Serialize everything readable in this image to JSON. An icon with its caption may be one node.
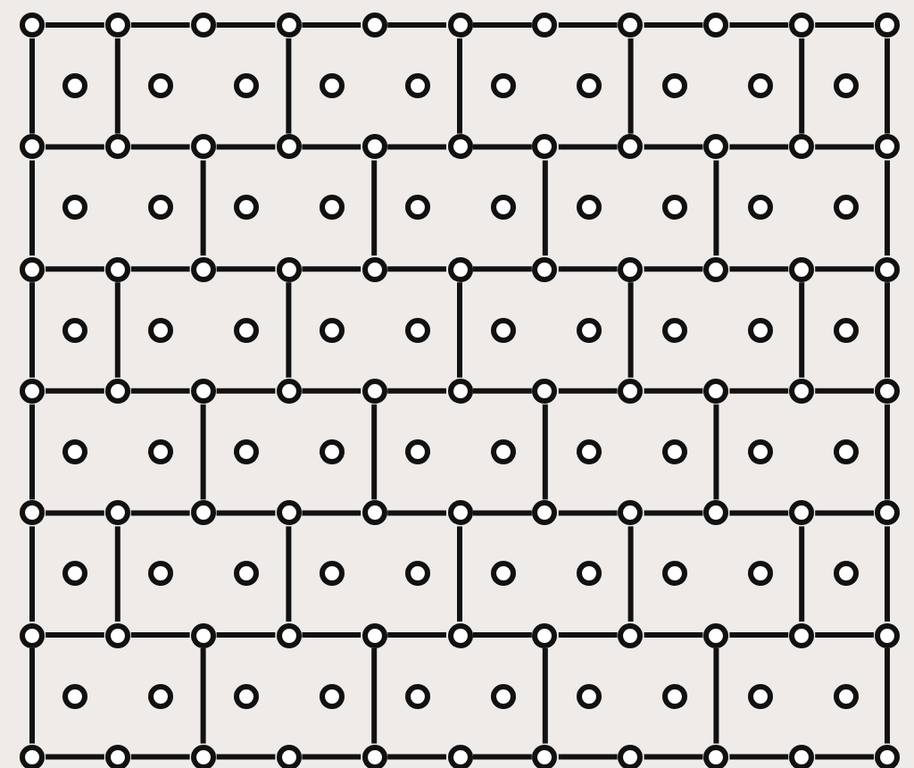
{
  "diagram": {
    "nodes": [
      {
        "text": [],
        "shape": "circle"
      },
      {
        "text": [],
        "shape": "circle"
      },
      {
        "text": [],
        "shape": "circle"
      },
      {
        "text": [],
        "shape": "circle"
      },
      {
        "text": [],
        "shape": "circle"
      },
      {
        "text": [],
        "shape": "circle"
      },
      {
        "text": [],
        "shape": "circle"
      },
      {
        "text": [],
        "shape": "circle"
      },
      {
        "text": [],
        "shape": "circle"
      },
      {
        "text": [],
        "shape": "circle"
      },
      {
        "text": [],
        "shape": "circle"
      },
      {
        "text": [],
        "shape": "circle"
      },
      {
        "text": [],
        "shape": "circle"
      },
      {
        "text": [],
        "shape": "circle"
      },
      {
        "text": [],
        "shape": "circle"
      },
      {
        "text": [],
        "shape": "circle"
      },
      {
        "text": [],
        "shape": "circle"
      },
      {
        "text": [],
        "shape": "circle"
      },
      {
        "text": [],
        "shape": "circle"
      },
      {
        "text": [],
        "shape": "circle"
      },
      {
        "text": [],
        "shape": "circle"
      },
      {
        "text": [],
        "shape": "circle"
      },
      {
        "text": [],
        "shape": "circle"
      },
      {
        "text": [],
        "shape": "circle"
      },
      {
        "text": [],
        "shape": "circle"
      },
      {
        "text": [],
        "shape": "circle"
      },
      {
        "text": [],
        "shape": "circle"
      },
      {
        "text": [],
        "shape": "circle"
      },
      {
        "text": [],
        "shape": "circle"
      },
      {
        "text": [],
        "shape": "circle"
      },
      {
        "text": [],
        "shape": "circle"
      },
      {
        "text": [],
        "shape": "circle"
      },
      {
        "text": [],
        "shape": "circle"
      },
      {
        "text": [],
        "shape": "circle"
      },
      {
        "text": [],
        "shape": "circle"
      },
      {
        "text": [],
        "shape": "circle"
      },
      {
        "text": [],
        "shape": "circle"
      },
      {
        "text": [],
        "shape": "circle"
      },
      {
        "text": [],
        "shape": "circle"
      },
      {
        "text": [],
        "shape": "circle"
      },
      {
        "text": [],
        "shape": "circle"
      },
      {
        "text": [],
        "shape": "circle"
      },
      {
        "text": [],
        "shape": "circle"
      },
      {
        "text": [],
        "shape": "circle"
      },
      {
        "text": [],
        "shape": "circle"
      },
      {
        "text": [],
        "shape": "circle"
      },
      {
        "text": [],
        "shape": "circle"
      },
      {
        "text": [],
        "shape": "circle"
      },
      {
        "text": [],
        "shape": "circle"
      },
      {
        "text": [],
        "shape": "circle"
      },
      {
        "text": [],
        "shape": "circle"
      },
      {
        "text": [],
        "shape": "circle"
      },
      {
        "text": [],
        "shape": "circle"
      },
      {
        "text": [],
        "shape": "circle"
      },
      {
        "text": [],
        "shape": "circle"
      },
      {
        "text": [],
        "shape": "circle"
      },
      {
        "text": [],
        "shape": "circle"
      },
      {
        "text": [],
        "shape": "circle"
      },
      {
        "text": [],
        "shape": "circle"
      },
      {
        "text": [],
        "shape": "circle"
      },
      {
        "text": [],
        "shape": "circle"
      },
      {
        "text": [],
        "shape": "circle"
      },
      {
        "text": [],
        "shape": "circle"
      },
      {
        "text": [],
        "shape": "circle"
      },
      {
        "text": [],
        "shape": "circle"
      },
      {
        "text": [],
        "shape": "circle"
      },
      {
        "text": [],
        "shape": "circle"
      },
      {
        "text": [],
        "shape": "circle"
      },
      {
        "text": [],
        "shape": "circle"
      },
      {
        "text": [],
        "shape": "circle"
      },
      {
        "text": [],
        "shape": "circle"
      },
      {
        "text": [],
        "shape": "circle"
      },
      {
        "text": [],
        "shape": "circle"
      },
      {
        "text": [],
        "shape": "circle"
      },
      {
        "text": [],
        "shape": "circle"
      },
      {
        "text": [],
        "shape": "circle"
      },
      {
        "text": [],
        "shape": "circle"
      },
      {
        "text": [],
        "shape": "circle"
      },
      {
        "text": [],
        "shape": "circle"
      },
      {
        "text": [],
        "shape": "circle"
      },
      {
        "text": [],
        "shape": "circle"
      },
      {
        "text": [],
        "shape": "circle"
      },
      {
        "text": [],
        "shape": "circle"
      },
      {
        "text": [],
        "shape": "circle"
      },
      {
        "text": [],
        "shape": "circle"
      },
      {
        "text": [],
        "shape": "circle"
      },
      {
        "text": [],
        "shape": "circle"
      },
      {
        "text": [],
        "shape": "circle"
      },
      {
        "text": [],
        "shape": "circle"
      },
      {
        "text": [],
        "shape": "circle"
      },
      {
        "text": [],
        "shape": "circle"
      },
      {
        "text": [],
        "shape": "circle"
      },
      {
        "text": [],
        "shape": "circle"
      },
      {
        "text": [],
        "shape": "circle"
      },
      {
        "text": [],
        "shape": "circle"
      },
      {
        "text": [],
        "shape": "circle"
      },
      {
        "text": [],
        "shape": "circle"
      },
      {
        "text": [],
        "shape": "circle"
      },
      {
        "text": [],
        "shape": "circle"
      },
      {
        "text": [],
        "shape": "circle"
      },
      {
        "text": [],
        "shape": "circle"
      },
      {
        "text": [],
        "shape": "circle"
      },
      {
        "text": [],
        "shape": "circle"
      },
      {
        "text": [],
        "shape": "circle"
      },
      {
        "text": [],
        "shape": "circle"
      },
      {
        "text": [],
        "shape": "circle"
      },
      {
        "text": [],
        "shape": "circle"
      },
      {
        "text": [],
        "shape": "circle"
      },
      {
        "text": [],
        "shape": "circle"
      },
      {
        "text": [],
        "shape": "circle"
      },
      {
        "text": [],
        "shape": "circle"
      },
      {
        "text": [],
        "shape": "circle"
      },
      {
        "text": [],
        "shape": "circle"
      },
      {
        "text": [],
        "shape": "circle"
      },
      {
        "text": [],
        "shape": "circle"
      },
      {
        "text": [],
        "shape": "circle"
      },
      {
        "text": [],
        "shape": "circle"
      },
      {
        "text": [],
        "shape": "circle"
      },
      {
        "text": [],
        "shape": "circle"
      },
      {
        "text": [],
        "shape": "circle"
      },
      {
        "text": [],
        "shape": "circle"
      },
      {
        "text": [],
        "shape": "circle"
      },
      {
        "text": [],
        "shape": "circle"
      },
      {
        "text": [],
        "shape": "circle"
      },
      {
        "text": [],
        "shape": "circle"
      },
      {
        "text": [],
        "shape": "circle"
      },
      {
        "text": [],
        "shape": "circle"
      },
      {
        "text": [],
        "shape": "circle"
      },
      {
        "text": [],
        "shape": "circle"
      },
      {
        "text": [],
        "shape": "circle"
      },
      {
        "text": [],
        "shape": "circle"
      },
      {
        "text": [],
        "shape": "circle"
      },
      {
        "text": [],
        "shape": "circle"
      },
      {
        "text": [],
        "shape": "circle"
      },
      {
        "text": [],
        "shape": "circle"
      },
      {
        "text": [],
        "shape": "circle"
      },
      {
        "text": [],
        "shape": "circle"
      }
    ],
    "edges": [
      {
        "from": 0,
        "to": 1,
        "arrow": "none"
      },
      {
        "from": 1,
        "to": 2,
        "arrow": "none"
      },
      {
        "from": 2,
        "to": 3,
        "arrow": "none"
      },
      {
        "from": 3,
        "to": 4,
        "arrow": "none"
      },
      {
        "from": 4,
        "to": 5,
        "arrow": "none"
      },
      {
        "from": 5,
        "to": 6,
        "arrow": "none"
      },
      {
        "from": 6,
        "to": 7,
        "arrow": "none"
      },
      {
        "from": 7,
        "to": 8,
        "arrow": "none"
      },
      {
        "from": 8,
        "to": 9,
        "arrow": "none"
      },
      {
        "from": 9,
        "to": 10,
        "arrow": "none"
      },
      {
        "from": 0,
        "to": 21,
        "arrow": "none"
      },
      {
        "from": 1,
        "to": 22,
        "arrow": "none"
      },
      {
        "from": 3,
        "to": 24,
        "arrow": "none"
      },
      {
        "from": 5,
        "to": 26,
        "arrow": "none"
      },
      {
        "from": 7,
        "to": 28,
        "arrow": "none"
      },
      {
        "from": 9,
        "to": 30,
        "arrow": "none"
      },
      {
        "from": 10,
        "to": 31,
        "arrow": "none"
      },
      {
        "from": 21,
        "to": 22,
        "arrow": "none"
      },
      {
        "from": 22,
        "to": 23,
        "arrow": "none"
      },
      {
        "from": 23,
        "to": 24,
        "arrow": "none"
      },
      {
        "from": 24,
        "to": 25,
        "arrow": "none"
      },
      {
        "from": 25,
        "to": 26,
        "arrow": "none"
      },
      {
        "from": 26,
        "to": 27,
        "arrow": "none"
      },
      {
        "from": 27,
        "to": 28,
        "arrow": "none"
      },
      {
        "from": 28,
        "to": 29,
        "arrow": "none"
      },
      {
        "from": 29,
        "to": 30,
        "arrow": "none"
      },
      {
        "from": 30,
        "to": 31,
        "arrow": "none"
      },
      {
        "from": 21,
        "to": 42,
        "arrow": "none"
      },
      {
        "from": 23,
        "to": 44,
        "arrow": "none"
      },
      {
        "from": 25,
        "to": 46,
        "arrow": "none"
      },
      {
        "from": 27,
        "to": 48,
        "arrow": "none"
      },
      {
        "from": 29,
        "to": 50,
        "arrow": "none"
      },
      {
        "from": 31,
        "to": 52,
        "arrow": "none"
      },
      {
        "from": 42,
        "to": 43,
        "arrow": "none"
      },
      {
        "from": 43,
        "to": 44,
        "arrow": "none"
      },
      {
        "from": 44,
        "to": 45,
        "arrow": "none"
      },
      {
        "from": 45,
        "to": 46,
        "arrow": "none"
      },
      {
        "from": 46,
        "to": 47,
        "arrow": "none"
      },
      {
        "from": 47,
        "to": 48,
        "arrow": "none"
      },
      {
        "from": 48,
        "to": 49,
        "arrow": "none"
      },
      {
        "from": 49,
        "to": 50,
        "arrow": "none"
      },
      {
        "from": 50,
        "to": 51,
        "arrow": "none"
      },
      {
        "from": 51,
        "to": 52,
        "arrow": "none"
      },
      {
        "from": 42,
        "to": 63,
        "arrow": "none"
      },
      {
        "from": 43,
        "to": 64,
        "arrow": "none"
      },
      {
        "from": 45,
        "to": 66,
        "arrow": "none"
      },
      {
        "from": 47,
        "to": 68,
        "arrow": "none"
      },
      {
        "from": 49,
        "to": 70,
        "arrow": "none"
      },
      {
        "from": 51,
        "to": 72,
        "arrow": "none"
      },
      {
        "from": 52,
        "to": 73,
        "arrow": "none"
      },
      {
        "from": 63,
        "to": 64,
        "arrow": "none"
      },
      {
        "from": 64,
        "to": 65,
        "arrow": "none"
      },
      {
        "from": 65,
        "to": 66,
        "arrow": "none"
      },
      {
        "from": 66,
        "to": 67,
        "arrow": "none"
      },
      {
        "from": 67,
        "to": 68,
        "arrow": "none"
      },
      {
        "from": 68,
        "to": 69,
        "arrow": "none"
      },
      {
        "from": 69,
        "to": 70,
        "arrow": "none"
      },
      {
        "from": 70,
        "to": 71,
        "arrow": "none"
      },
      {
        "from": 71,
        "to": 72,
        "arrow": "none"
      },
      {
        "from": 72,
        "to": 73,
        "arrow": "none"
      },
      {
        "from": 63,
        "to": 84,
        "arrow": "none"
      },
      {
        "from": 65,
        "to": 86,
        "arrow": "none"
      },
      {
        "from": 67,
        "to": 88,
        "arrow": "none"
      },
      {
        "from": 69,
        "to": 90,
        "arrow": "none"
      },
      {
        "from": 71,
        "to": 92,
        "arrow": "none"
      },
      {
        "from": 73,
        "to": 94,
        "arrow": "none"
      },
      {
        "from": 84,
        "to": 85,
        "arrow": "none"
      },
      {
        "from": 85,
        "to": 86,
        "arrow": "none"
      },
      {
        "from": 86,
        "to": 87,
        "arrow": "none"
      },
      {
        "from": 87,
        "to": 88,
        "arrow": "none"
      },
      {
        "from": 88,
        "to": 89,
        "arrow": "none"
      },
      {
        "from": 89,
        "to": 90,
        "arrow": "none"
      },
      {
        "from": 90,
        "to": 91,
        "arrow": "none"
      },
      {
        "from": 91,
        "to": 92,
        "arrow": "none"
      },
      {
        "from": 92,
        "to": 93,
        "arrow": "none"
      },
      {
        "from": 93,
        "to": 94,
        "arrow": "none"
      },
      {
        "from": 84,
        "to": 105,
        "arrow": "none"
      },
      {
        "from": 85,
        "to": 106,
        "arrow": "none"
      },
      {
        "from": 87,
        "to": 108,
        "arrow": "none"
      },
      {
        "from": 89,
        "to": 110,
        "arrow": "none"
      },
      {
        "from": 91,
        "to": 112,
        "arrow": "none"
      },
      {
        "from": 93,
        "to": 114,
        "arrow": "none"
      },
      {
        "from": 94,
        "to": 115,
        "arrow": "none"
      },
      {
        "from": 105,
        "to": 106,
        "arrow": "none"
      },
      {
        "from": 106,
        "to": 107,
        "arrow": "none"
      },
      {
        "from": 107,
        "to": 108,
        "arrow": "none"
      },
      {
        "from": 108,
        "to": 109,
        "arrow": "none"
      },
      {
        "from": 109,
        "to": 110,
        "arrow": "none"
      },
      {
        "from": 110,
        "to": 111,
        "arrow": "none"
      },
      {
        "from": 111,
        "to": 112,
        "arrow": "none"
      },
      {
        "from": 112,
        "to": 113,
        "arrow": "none"
      },
      {
        "from": 113,
        "to": 114,
        "arrow": "none"
      },
      {
        "from": 114,
        "to": 115,
        "arrow": "none"
      },
      {
        "from": 105,
        "to": 126,
        "arrow": "none"
      },
      {
        "from": 107,
        "to": 128,
        "arrow": "none"
      },
      {
        "from": 109,
        "to": 130,
        "arrow": "none"
      },
      {
        "from": 111,
        "to": 132,
        "arrow": "none"
      },
      {
        "from": 113,
        "to": 134,
        "arrow": "none"
      },
      {
        "from": 115,
        "to": 136,
        "arrow": "none"
      },
      {
        "from": 126,
        "to": 127,
        "arrow": "none"
      },
      {
        "from": 127,
        "to": 128,
        "arrow": "none"
      },
      {
        "from": 128,
        "to": 129,
        "arrow": "none"
      },
      {
        "from": 129,
        "to": 130,
        "arrow": "none"
      },
      {
        "from": 130,
        "to": 131,
        "arrow": "none"
      },
      {
        "from": 131,
        "to": 132,
        "arrow": "none"
      },
      {
        "from": 132,
        "to": 133,
        "arrow": "none"
      },
      {
        "from": 133,
        "to": 134,
        "arrow": "none"
      },
      {
        "from": 134,
        "to": 135,
        "arrow": "none"
      },
      {
        "from": 135,
        "to": 136,
        "arrow": "none"
      }
    ]
  }
}
